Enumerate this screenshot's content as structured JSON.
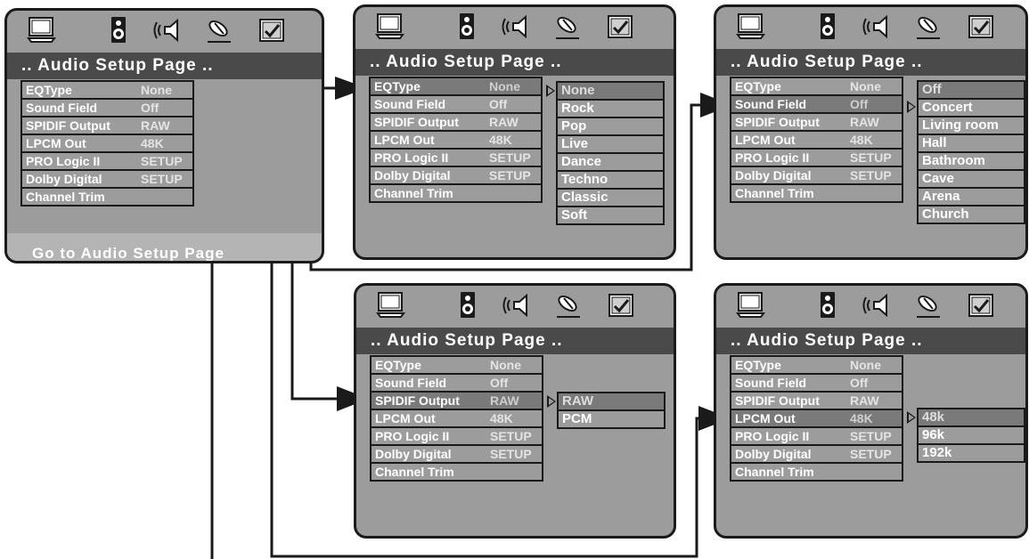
{
  "title": ".. Audio Setup Page ..",
  "tooltip": "Go to Audio Setup Page",
  "icons": [
    "monitor-icon",
    "speaker-icon",
    "audio-speaker-icon",
    "satellite-dish-icon",
    "preferences-checkmark-icon"
  ],
  "menu": [
    {
      "label": "EQType",
      "value": "None"
    },
    {
      "label": "Sound Field",
      "value": "Off"
    },
    {
      "label": "SPIDIF Output",
      "value": "RAW"
    },
    {
      "label": "LPCM Out",
      "value": "48K"
    },
    {
      "label": "PRO Logic II",
      "value": "SETUP"
    },
    {
      "label": "Dolby Digital",
      "value": "SETUP"
    },
    {
      "label": "Channel Trim",
      "value": ""
    }
  ],
  "submenus": {
    "eqtype": [
      "None",
      "Rock",
      "Pop",
      "Live",
      "Dance",
      "Techno",
      "Classic",
      "Soft"
    ],
    "sound_field": [
      "Off",
      "Concert",
      "Living room",
      "Hall",
      "Bathroom",
      "Cave",
      "Arena",
      "Church"
    ],
    "spdif_output": [
      "RAW",
      "PCM"
    ],
    "lpcm_out": [
      "48k",
      "96k",
      "192k"
    ]
  },
  "colors": {
    "panel_bg": "#9c9c9c",
    "title_bar": "#4a4a4a",
    "highlight": "#7a7a7a",
    "footer": "#b4b4b4",
    "connector": "#1a1a1a"
  }
}
